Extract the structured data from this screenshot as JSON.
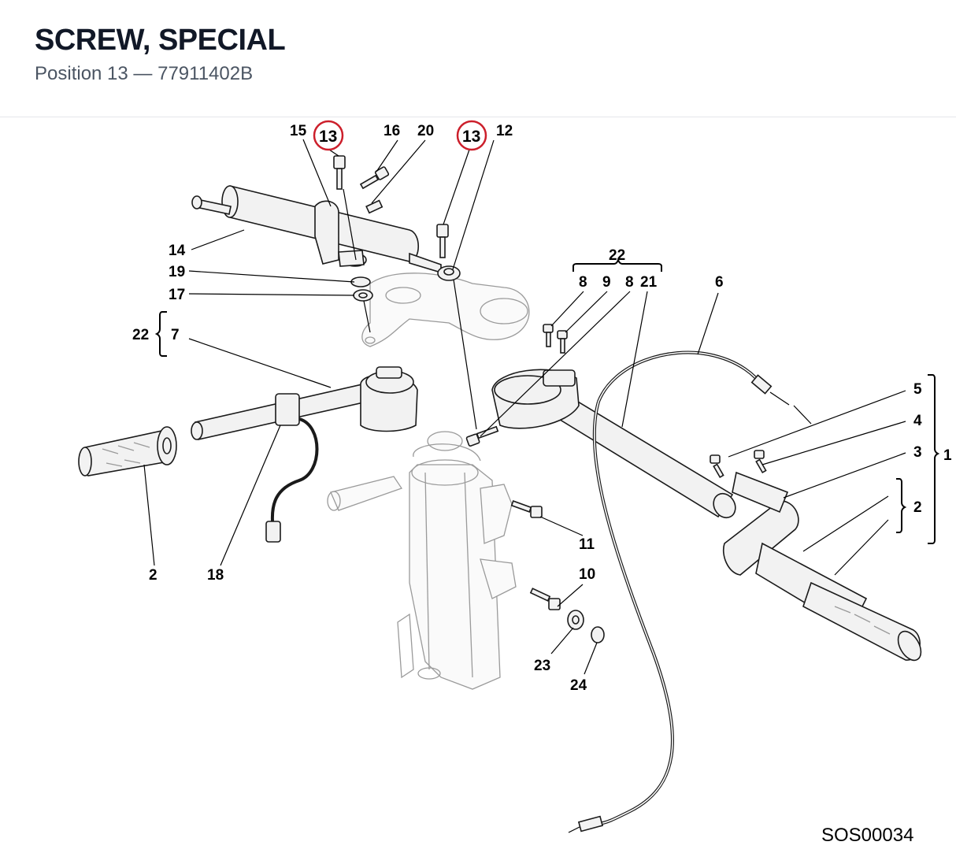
{
  "header": {
    "title": "SCREW, SPECIAL",
    "position_label": "Position 13",
    "separator": "—",
    "part_number": "77911402B"
  },
  "diagram": {
    "reference_code": "SOS00034",
    "highlight_color": "#cc1f2b",
    "labels": {
      "p15": "15",
      "p13a": "13",
      "p16": "16",
      "p20": "20",
      "p13b": "13",
      "p12": "12",
      "p14": "14",
      "p19": "19",
      "p17": "17",
      "p22a": "22",
      "p7": "7",
      "p22b": "22",
      "p8a": "8",
      "p9": "9",
      "p8b": "8",
      "p21": "21",
      "p6": "6",
      "p5": "5",
      "p4": "4",
      "p3": "3",
      "p1": "1",
      "p2r": "2",
      "p2l": "2",
      "p18": "18",
      "p11": "11",
      "p10": "10",
      "p23": "23",
      "p24": "24"
    }
  }
}
